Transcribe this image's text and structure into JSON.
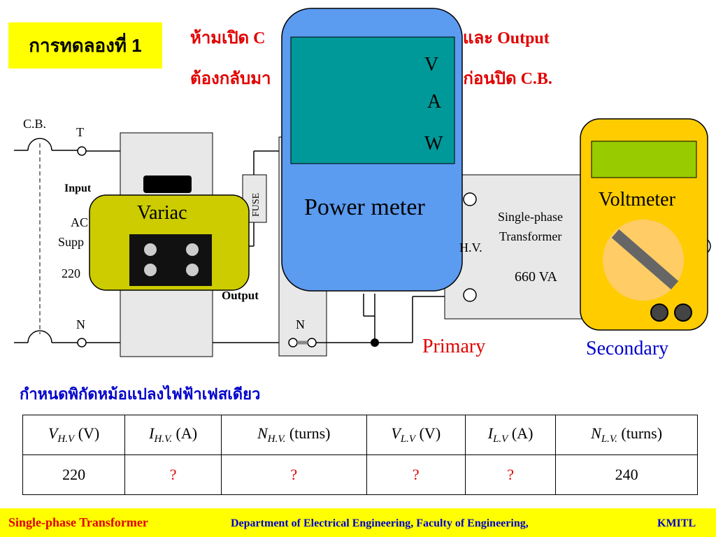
{
  "title": "การทดลองที่ 1",
  "warning": {
    "line1_start": "ห้ามเปิด C",
    "line1_end": "และ Output",
    "line2_start": "ต้องกลับมา",
    "line2_end": "อก่อนปิด C.B."
  },
  "diagram": {
    "cb_label": "C.B.",
    "t_label": "T",
    "n_label_left": "N",
    "n_label_mid": "N",
    "input_label": "Input",
    "ac_label": "AC",
    "supply_label": "Supp",
    "voltage_label": "220",
    "output_label": "Output",
    "fuse_label": "FUSE",
    "variac_label": "Variac",
    "power_meter_label": "Power meter",
    "meter_v": "V",
    "meter_a": "A",
    "meter_w": "W",
    "transformer_line1": "Single-phase",
    "transformer_line2": "Transformer",
    "transformer_rating": "660 VA",
    "hv_label": "H.V.",
    "voltmeter_label": "Voltmeter",
    "primary_label": "Primary",
    "secondary_label": "Secondary",
    "colors": {
      "power_meter": "#5b9bf0",
      "screen": "#009999",
      "variac": "#cccc00",
      "voltmeter": "#ffcc00",
      "voltmeter_screen": "#99cc00",
      "primary": "#e00000",
      "secondary": "#0000cc"
    }
  },
  "spec": {
    "title": "กำหนดพิกัดหม้อแปลงไฟฟ้าเฟสเดียว",
    "headers": [
      {
        "sym": "V",
        "sub": "H.V",
        "unit": "(V)"
      },
      {
        "sym": "I",
        "sub": "H.V.",
        "unit": "(A)"
      },
      {
        "sym": "N",
        "sub": "H.V.",
        "unit": "(turns)"
      },
      {
        "sym": "V",
        "sub": "L.V",
        "unit": "(V)"
      },
      {
        "sym": "I",
        "sub": "L.V",
        "unit": "(A)"
      },
      {
        "sym": "N",
        "sub": "L.V.",
        "unit": "(turns)"
      }
    ],
    "values": [
      "220",
      "?",
      "?",
      "?",
      "?",
      "240"
    ]
  },
  "footer": {
    "left": "Single-phase Transformer",
    "middle": "Department of Electrical Engineering, Faculty of Engineering,",
    "right": "KMITL"
  }
}
